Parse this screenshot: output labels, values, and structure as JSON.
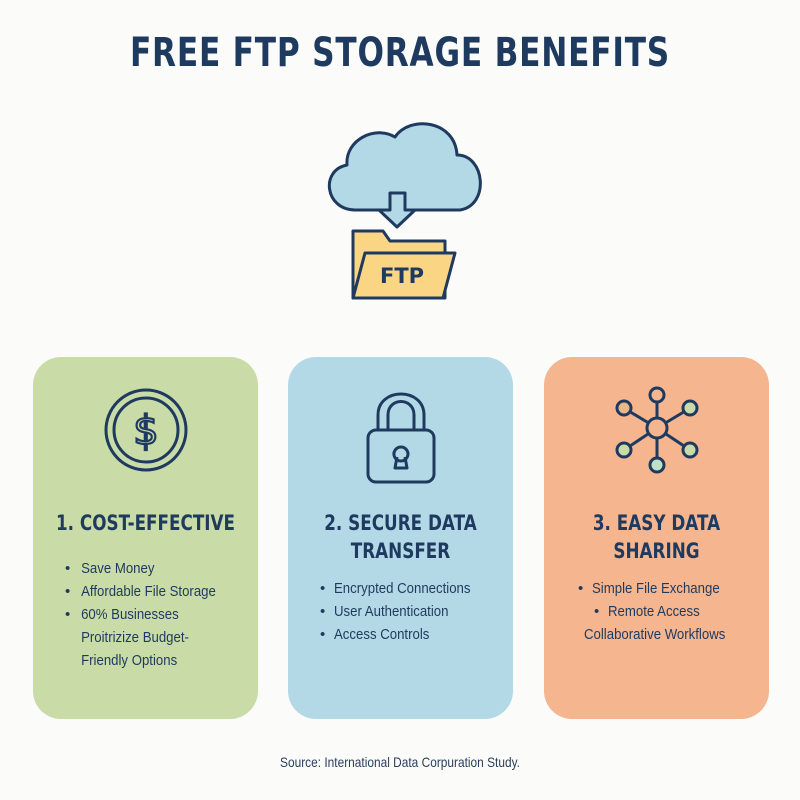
{
  "title": "FREE FTP STORAGE BENEFITS",
  "hero": {
    "icon": "cloud-download-folder-icon",
    "folder_label": "FTP",
    "colors": {
      "cloud": "#b3d9e6",
      "folder": "#f9d584",
      "stroke": "#1f3a5f"
    }
  },
  "cards": [
    {
      "title": "1. COST-EFFECTIVE",
      "icon": "dollar-coin-icon",
      "color": "#c9dba6",
      "items": [
        "Save Money",
        "Affordable File Storage",
        "60% Businesses Proitrizize Budget-Friendly Options"
      ]
    },
    {
      "title_line1": "2. SECURE DATA",
      "title_line2": "TRANSFER",
      "icon": "padlock-icon",
      "color": "#b3d9e6",
      "items": [
        "Encrypted Connections",
        "User Authentication",
        "Access Controls"
      ]
    },
    {
      "title_line1": "3. EASY DATA",
      "title_line2": "SHARING",
      "icon": "network-nodes-icon",
      "color": "#f4b58f",
      "items": [
        "Simple File Exchange",
        "Remote Access",
        "Collaborative Workflows"
      ]
    }
  ],
  "source": "Source: International Data Corpuration Study."
}
